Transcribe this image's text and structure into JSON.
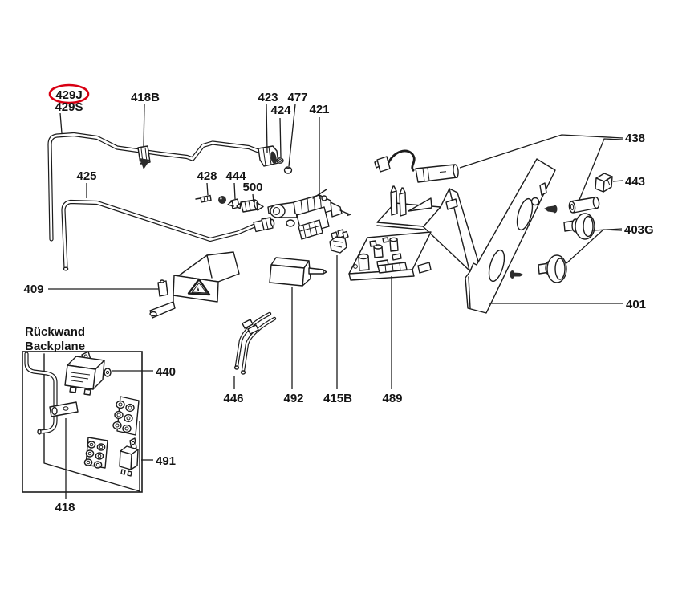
{
  "diagram": {
    "type": "exploded-parts-diagram",
    "highlighted_part": "429J",
    "colors": {
      "line": "#1c1c1c",
      "highlight": "#d80013",
      "background": "#ffffff"
    },
    "labels": [
      {
        "id": "429J",
        "text": "429J"
      },
      {
        "id": "429S",
        "text": "429S"
      },
      {
        "id": "418B",
        "text": "418B"
      },
      {
        "id": "423",
        "text": "423"
      },
      {
        "id": "424",
        "text": "424"
      },
      {
        "id": "477",
        "text": "477"
      },
      {
        "id": "421",
        "text": "421"
      },
      {
        "id": "425",
        "text": "425"
      },
      {
        "id": "428",
        "text": "428"
      },
      {
        "id": "444",
        "text": "444"
      },
      {
        "id": "500",
        "text": "500"
      },
      {
        "id": "438",
        "text": "438"
      },
      {
        "id": "443",
        "text": "443"
      },
      {
        "id": "403G",
        "text": "403G"
      },
      {
        "id": "401",
        "text": "401"
      },
      {
        "id": "409",
        "text": "409"
      },
      {
        "id": "rueckwand",
        "text": "Rückwand"
      },
      {
        "id": "backplane",
        "text": "Backplane"
      },
      {
        "id": "440",
        "text": "440"
      },
      {
        "id": "491",
        "text": "491"
      },
      {
        "id": "418",
        "text": "418"
      },
      {
        "id": "446",
        "text": "446"
      },
      {
        "id": "492",
        "text": "492"
      },
      {
        "id": "415B",
        "text": "415B"
      },
      {
        "id": "489",
        "text": "489"
      }
    ]
  }
}
